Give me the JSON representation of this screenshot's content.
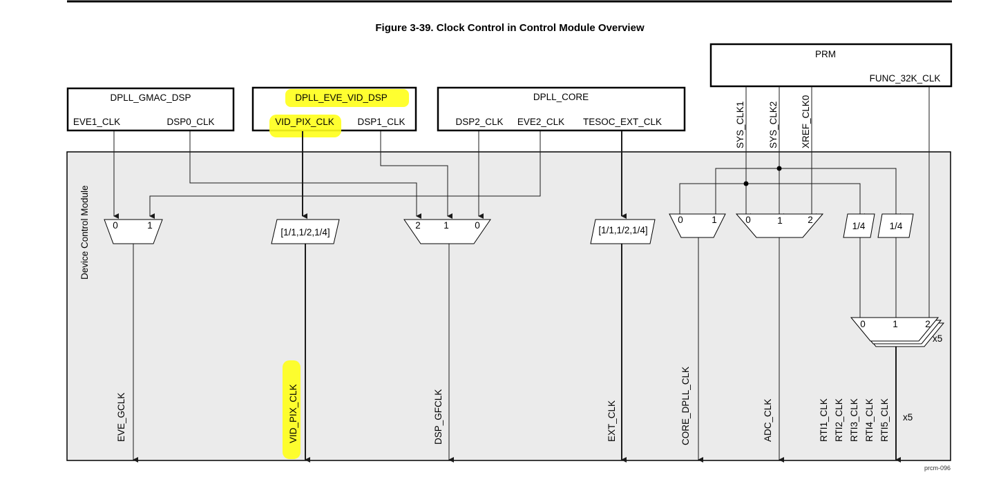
{
  "figure": {
    "title": "Figure 3-39. Clock Control in Control Module Overview",
    "ref_id": "prcm-096"
  },
  "module": {
    "label": "Device Control Module"
  },
  "sources": {
    "dpll_gmac_dsp": {
      "title": "DPLL_GMAC_DSP",
      "out1": "EVE1_CLK",
      "out2": "DSP0_CLK"
    },
    "dpll_eve_vid_dsp": {
      "title": "DPLL_EVE_VID_DSP",
      "out1": "VID_PIX_CLK",
      "out2": "DSP1_CLK"
    },
    "dpll_core": {
      "title": "DPLL_CORE",
      "out1": "DSP2_CLK",
      "out2": "EVE2_CLK",
      "out3": "TESOC_EXT_CLK"
    },
    "prm": {
      "title": "PRM",
      "out_func": "FUNC_32K_CLK",
      "sys_clk1": "SYS_CLK1",
      "sys_clk2": "SYS_CLK2",
      "xref_clk0": "XREF_CLK0"
    }
  },
  "muxes": {
    "eve": {
      "in0": "0",
      "in1": "1"
    },
    "dsp": {
      "in2": "2",
      "in1": "1",
      "in0": "0"
    },
    "core": {
      "in0": "0",
      "in1": "1"
    },
    "adc": {
      "in0": "0",
      "in1": "1",
      "in2": "2"
    },
    "rti": {
      "in0": "0",
      "in1": "1",
      "in2": "2",
      "mult": "x5"
    }
  },
  "dividers": {
    "vid": "[1/1,1/2,1/4]",
    "ext": "[1/1,1/2,1/4]",
    "quarter_a": "1/4",
    "quarter_b": "1/4"
  },
  "outputs": {
    "eve_gclk": "EVE_GCLK",
    "vid_pix_clk": "VID_PIX_CLK",
    "dsp_gfclk": "DSP_GFCLK",
    "ext_clk": "EXT_CLK",
    "core_dpll_clk": "CORE_DPLL_CLK",
    "adc_clk": "ADC_CLK",
    "rti1": "RTI1_CLK",
    "rti2": "RTI2_CLK",
    "rti3": "RTI3_CLK",
    "rti4": "RTI4_CLK",
    "rti5": "RTI5_CLK",
    "rti_mult": "x5"
  },
  "colors": {
    "highlight": "#ffff1a",
    "module_fill": "#ebebeb",
    "line": "#1a1a1a"
  }
}
